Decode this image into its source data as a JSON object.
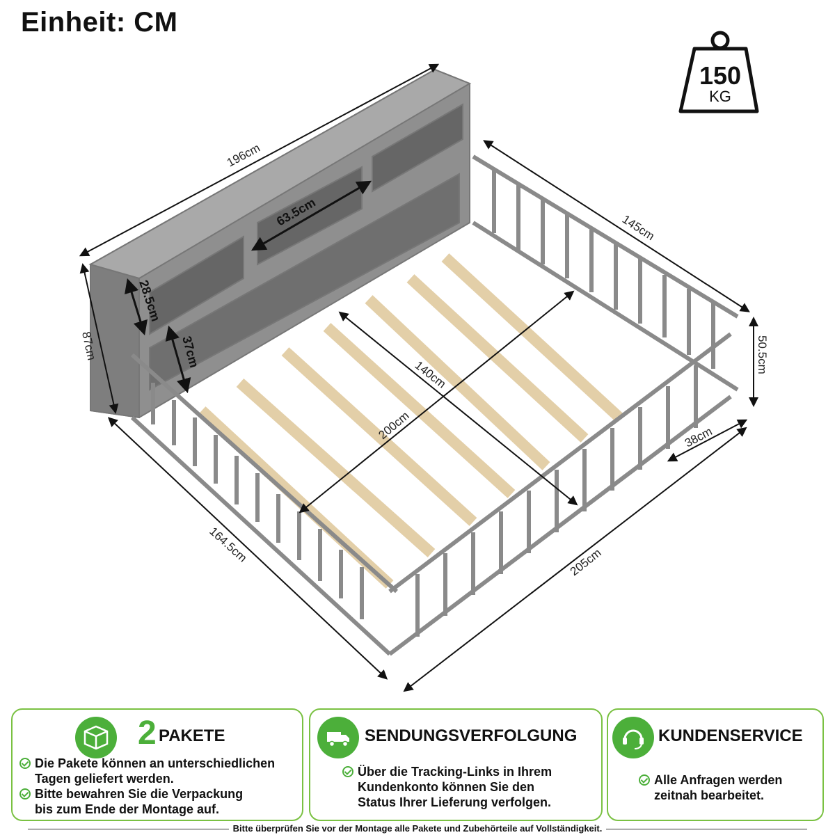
{
  "unit_title": "Einheit: CM",
  "weight": {
    "value": "150",
    "unit": "KG"
  },
  "dimensions": {
    "headboard_length": "196cm",
    "side_length": "145cm",
    "height": "87cm",
    "shelf_width": "63.5cm",
    "shelf_height_upper": "28.5cm",
    "shelf_height_lower": "37cm",
    "rail_height": "50.5cm",
    "gate_width": "38cm",
    "mattress_width": "140cm",
    "mattress_length": "200cm",
    "total_depth": "164.5cm",
    "total_length": "205cm"
  },
  "cards": {
    "packages": {
      "number": "2",
      "title": "PAKETE",
      "bullets": [
        [
          "Die Pakete können an unterschiedlichen",
          "Tagen geliefert werden."
        ],
        [
          "Bitte bewahren Sie die Verpackung",
          "bis zum Ende der Montage auf."
        ]
      ]
    },
    "tracking": {
      "title": "SENDUNGSVERFOLGUNG",
      "bullets": [
        [
          "Über die Tracking-Links in Ihrem",
          "Kundenkonto können Sie den",
          "Status Ihrer Lieferung verfolgen."
        ]
      ]
    },
    "service": {
      "title": "KUNDENSERVICE",
      "bullets": [
        [
          "Alle Anfragen werden",
          "zeitnah bearbeitet."
        ]
      ]
    }
  },
  "footer": "Bitte überprüfen Sie vor der Montage alle Pakete und Zubehörteile auf Vollständigkeit.",
  "colors": {
    "accent_green": "#4caf3a",
    "frame_gray": "#8a8a8a",
    "slat_wood": "#e3cfa8"
  }
}
